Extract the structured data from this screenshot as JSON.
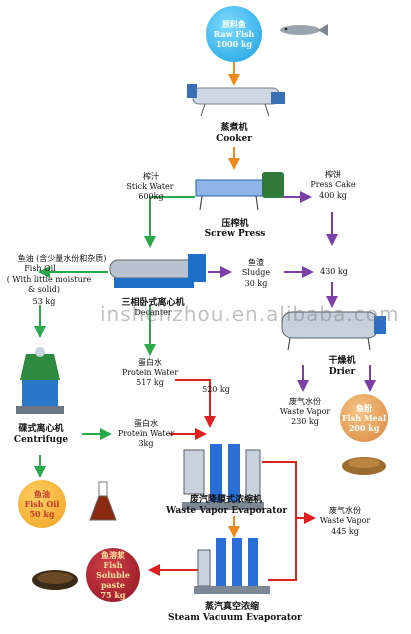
{
  "colors": {
    "green": "#2aa84a",
    "purple": "#7b3fa6",
    "orange": "#f08a1c",
    "red": "#e02020",
    "blue": "#2b6fd6"
  },
  "raw_fish": {
    "cn": "原料鱼",
    "en": "Raw Fish",
    "qty": "1000 kg"
  },
  "cooker": {
    "cn": "蒸煮机",
    "en": "Cooker"
  },
  "stick_water": {
    "cn": "榨汁",
    "en": "Stick Water",
    "qty": "600kg"
  },
  "press_cake": {
    "cn": "榨饼",
    "en": "Press Cake",
    "qty": "400 kg"
  },
  "screw_press": {
    "cn": "压榨机",
    "en": "Screw Press"
  },
  "fish_oil_crude": {
    "cn": "鱼油 (含少量水份和杂质)",
    "en": "Fish Oil",
    "note1": "( With little moisture",
    "note2": "& solid)",
    "qty": "53 kg"
  },
  "decanter": {
    "cn": "三相卧式离心机",
    "en": "Decanter"
  },
  "sludge": {
    "cn": "鱼渣",
    "en": "Sludge",
    "qty": "30 kg"
  },
  "combined": {
    "qty": "430 kg"
  },
  "protein_water_1": {
    "cn": "蛋白水",
    "en": "Protein Water",
    "qty": "517 kg"
  },
  "protein_water_2": {
    "cn": "蛋白水",
    "en": "Protein Water",
    "qty": "3kg"
  },
  "flow_520": {
    "qty": "520 kg"
  },
  "centrifuge": {
    "cn": "碟式离心机",
    "en": "Centrifuge"
  },
  "drier": {
    "cn": "干燥机",
    "en": "Drier"
  },
  "vapor_1": {
    "cn": "废气水份",
    "en": "Waste Vapor",
    "qty": "230 kg"
  },
  "fish_meal": {
    "cn": "鱼粉",
    "en": "Fish Meal",
    "qty": "200 kg"
  },
  "fish_oil": {
    "cn": "鱼油",
    "en": "Fish Oil",
    "qty": "50 kg"
  },
  "waste_vapor_evap": {
    "cn": "废汽降膜式浓缩机",
    "en": "Waste Vapor Evaporator"
  },
  "vapor_2": {
    "cn": "废气水份",
    "en": "Waste Vapor",
    "qty": "445 kg"
  },
  "fish_soluble": {
    "cn": "鱼溶浆",
    "en1": "Fish Soluble",
    "en2": "paste",
    "qty": "75 kg"
  },
  "steam_evap": {
    "cn": "蒸汽真空浓缩",
    "en": "Steam Vacuum Evaporator"
  },
  "watermark": "inshenzhou.en.alibaba.com"
}
